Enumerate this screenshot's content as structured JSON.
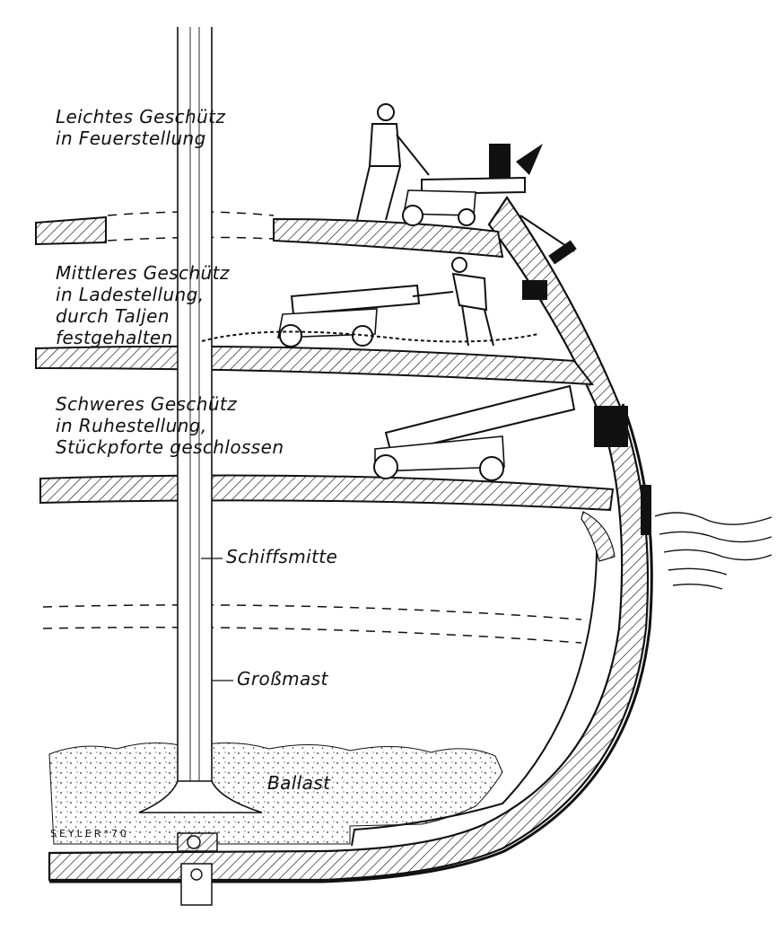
{
  "labels": {
    "light_gun": [
      "Leichtes Geschütz",
      "in Feuerstellung"
    ],
    "medium_gun": [
      "Mittleres Geschütz",
      "in Ladestellung,",
      "durch Taljen",
      "festgehalten"
    ],
    "heavy_gun": [
      "Schweres Geschütz",
      "in Ruhestellung,",
      "Stückpforte geschlossen"
    ],
    "midship": "Schiffsmitte",
    "mainmast": "Großmast",
    "ballast": "Ballast"
  },
  "signature": "SEYLER*70",
  "colors": {
    "ink": "#111111",
    "paper": "#ffffff"
  }
}
